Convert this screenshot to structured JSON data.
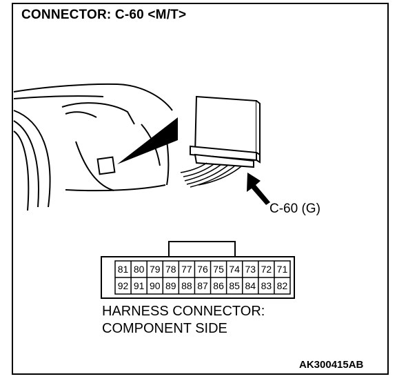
{
  "title": "CONNECTOR: C-60 <M/T>",
  "callout_label": "C-60 (G)",
  "connector": {
    "top_row": [
      "81",
      "80",
      "79",
      "78",
      "77",
      "76",
      "75",
      "74",
      "73",
      "72",
      "71"
    ],
    "bottom_row": [
      "92",
      "91",
      "90",
      "89",
      "88",
      "87",
      "86",
      "85",
      "84",
      "83",
      "82"
    ]
  },
  "caption": {
    "line1": "HARNESS CONNECTOR:",
    "line2": "COMPONENT SIDE"
  },
  "figure_code": "AK300415AB"
}
